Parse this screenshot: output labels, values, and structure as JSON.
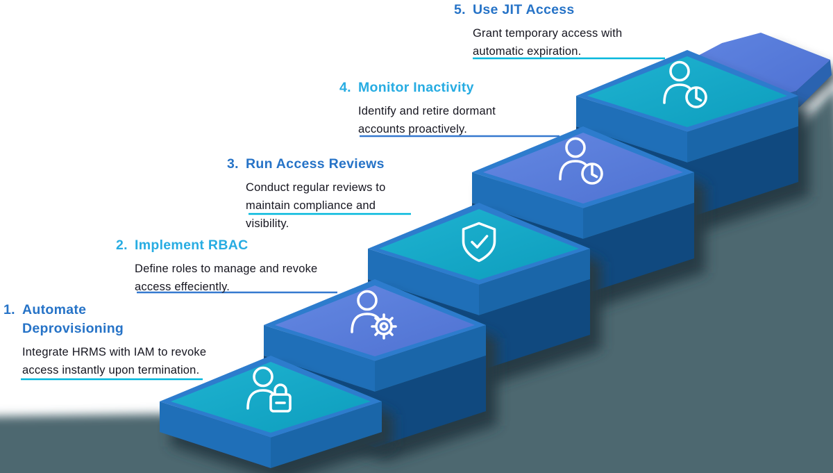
{
  "palette": {
    "background": "#ffffff",
    "shadow": "#4d676f",
    "halo": "#273b45",
    "tealTop": "#13a5c4",
    "periTop": "#5b80da",
    "rim": "#2d7ccd",
    "slabL": "#1f6fb8",
    "slabR": "#1a66a9",
    "deep": "#10497f",
    "arrowSide": "#2a63b0",
    "accentBlue": "#2673c7",
    "accentCyan": "#27ace2",
    "lineBlue": "#3579cf",
    "lineCyan": "#00b7dc",
    "textDark": "#15151f",
    "iconWhite": "#ffffff"
  },
  "steps": [
    {
      "number": "1.",
      "title": "Automate Deprovisioning",
      "description": "Integrate HRMS with IAM to revoke access instantly upon termination.",
      "accent": "blue",
      "line_color": "cyan",
      "icon": "user-lock",
      "platform": "teal"
    },
    {
      "number": "2.",
      "title": "Implement RBAC",
      "description": "Define roles to manage and revoke access effeciently.",
      "accent": "cyan",
      "line_color": "blue",
      "icon": "user-gear",
      "platform": "periwinkle"
    },
    {
      "number": "3.",
      "title": "Run Access Reviews",
      "description": "Conduct regular reviews to maintain compliance and visibility.",
      "accent": "blue",
      "line_color": "cyan",
      "icon": "shield-check",
      "platform": "teal"
    },
    {
      "number": "4.",
      "title": "Monitor Inactivity",
      "description": "Identify and retire dormant accounts proactively.",
      "accent": "cyan",
      "line_color": "blue",
      "icon": "user-clock",
      "platform": "periwinkle"
    },
    {
      "number": "5.",
      "title": "Use JIT Access",
      "description": "Grant temporary access with automatic expiration.",
      "accent": "blue",
      "line_color": "cyan",
      "icon": "user-clock",
      "platform": "teal"
    }
  ]
}
